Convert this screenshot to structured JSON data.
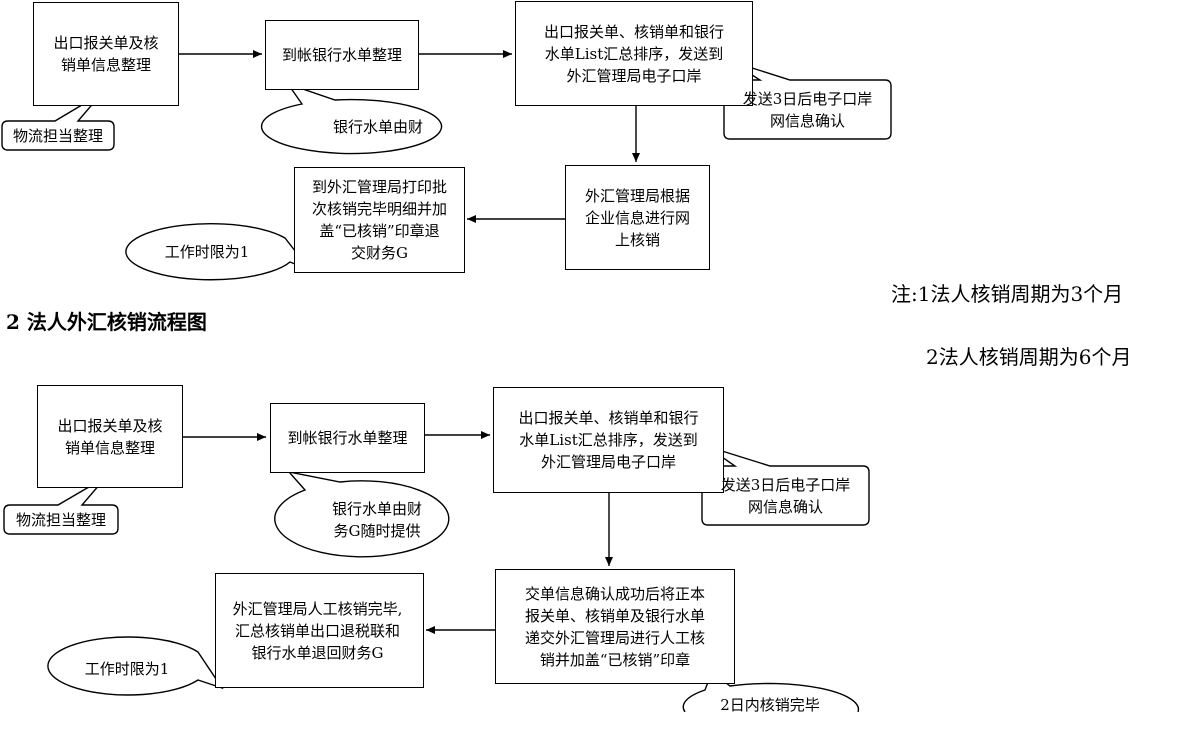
{
  "flow1": {
    "box1": "出口报关单及核\n销单信息整理",
    "box2": "到帐银行水单整理",
    "box3": "出口报关单、核销单和银行\n水单List汇总排序，发送到\n外汇管理局电子口岸",
    "box4": "外汇管理局根据\n企业信息进行网\n上核销",
    "box5": "到外汇管理局打印批\n次核销完毕明细并加\n盖“已核销”印章退\n交财务G",
    "callout_logistics": "物流担当整理",
    "callout_bank": "银行水单由财",
    "callout_confirm": "发送3日后电子口岸\n网信息确认",
    "callout_time": "工作时限为1"
  },
  "heading": "2 法人外汇核销流程图",
  "notes": {
    "line1": "注:1法人核销周期为3个月",
    "line2": "2法人核销周期为6个月"
  },
  "flow2": {
    "box1": "出口报关单及核\n销单信息整理",
    "box2": "到帐银行水单整理",
    "box3": "出口报关单、核销单和银行\n水单List汇总排序，发送到\n外汇管理局电子口岸",
    "box4": "交单信息确认成功后将正本\n报关单、核销单及银行水单\n递交外汇管理局进行人工核\n销并加盖“已核销”印章",
    "box5": "外汇管理局人工核销完毕,\n汇总核销单出口退税联和\n银行水单退回财务G",
    "callout_logistics": "物流担当整理",
    "callout_bank": "银行水单由财\n务G随时提供",
    "callout_confirm": "发送3日后电子口岸\n网信息确认",
    "callout_time": "工作时限为1",
    "callout_done": "2日内核销完毕"
  }
}
